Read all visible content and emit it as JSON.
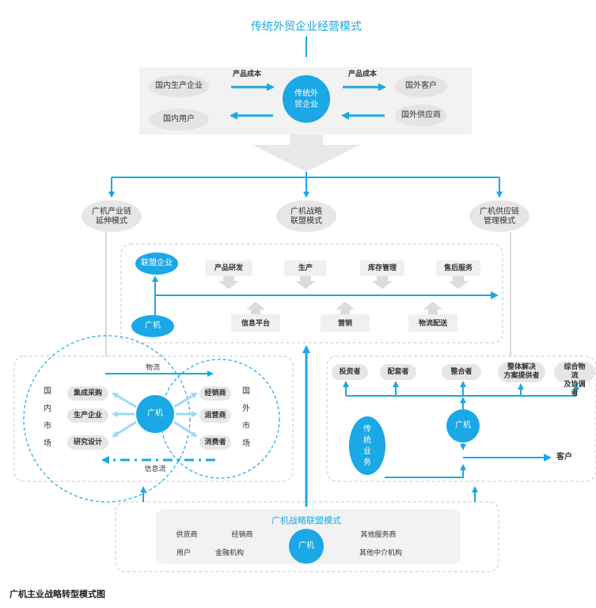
{
  "title": "传统外贸企业经营模式",
  "caption": "广机主业战略转型模式图",
  "traditional": {
    "center": "传统外\n贸企业",
    "left_top": "国内生产企业",
    "left_bottom": "国内用户",
    "right_top": "国外客户",
    "right_bottom": "国外供应商",
    "cost_left": "产品成本",
    "cost_right": "产品成本"
  },
  "modes": {
    "left": "广机产业链\n延伸模式",
    "middle": "广机战略\n联盟模式",
    "right": "广机供应链\n管理模式"
  },
  "alliance": {
    "enterprise": "联盟企业",
    "guangji": "广机",
    "top_items": [
      "产品研发",
      "生产",
      "库存管理",
      "售后服务"
    ],
    "bottom_items": [
      "信息平台",
      "营销",
      "物流配送"
    ]
  },
  "chain": {
    "domestic": "国\n内\n市\n场",
    "foreign": "国\n外\n市\n场",
    "logistics": "物流",
    "info": "信息流",
    "center": "广机",
    "left_items": [
      "集成采购",
      "生产企业",
      "研究设计"
    ],
    "right_items": [
      "经销商",
      "运营商",
      "消费者"
    ]
  },
  "supply": {
    "roles": [
      "投资者",
      "配套者",
      "整合者",
      "整体解决\n方案提供者",
      "综合物流\n及协调者"
    ],
    "center": "广机",
    "traditional": "传\n统\n业\n务",
    "customer": "客户"
  },
  "bottom": {
    "title": "广机战略联盟模式",
    "center": "广机",
    "items": [
      "供货商",
      "经销商",
      "用户",
      "金融机构",
      "其他服务商",
      "其他中介机构"
    ]
  },
  "colors": {
    "accent": "#1aa8e6",
    "panel": "#f2f2f2",
    "pill": "#e6e6e6",
    "dash": "#c8c8c8",
    "arrow_gray": "#d6d6d6",
    "line_gray": "#cccccc"
  }
}
